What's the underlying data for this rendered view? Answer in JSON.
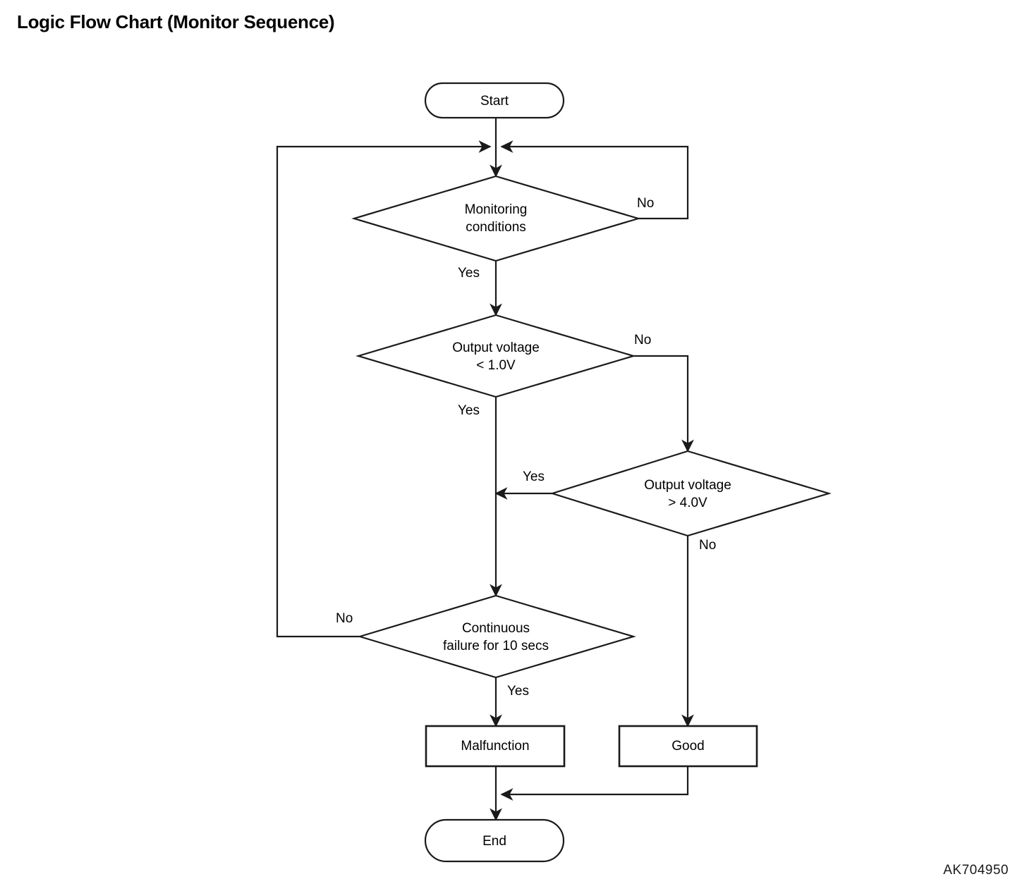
{
  "page": {
    "title": "Logic Flow Chart (Monitor Sequence)",
    "reference_code": "AK704950"
  },
  "chart_data": {
    "type": "diagram",
    "diagram_kind": "flowchart",
    "title": "Logic Flow Chart (Monitor Sequence)",
    "orientation": "top-to-bottom",
    "nodes": [
      {
        "id": "start",
        "shape": "stadium",
        "label": "Start"
      },
      {
        "id": "cond",
        "shape": "decision",
        "label": "Monitoring\nconditions"
      },
      {
        "id": "low",
        "shape": "decision",
        "label": "Output voltage\n< 1.0V"
      },
      {
        "id": "high",
        "shape": "decision",
        "label": "Output voltage\n> 4.0V"
      },
      {
        "id": "cont",
        "shape": "decision",
        "label": "Continuous\nfailure for 10 secs"
      },
      {
        "id": "malfunction",
        "shape": "process",
        "label": "Malfunction"
      },
      {
        "id": "good",
        "shape": "process",
        "label": "Good"
      },
      {
        "id": "end",
        "shape": "stadium",
        "label": "End"
      }
    ],
    "edges": [
      {
        "from": "start",
        "to": "cond",
        "label": ""
      },
      {
        "from": "cond",
        "to": "cond",
        "label": "No"
      },
      {
        "from": "cond",
        "to": "low",
        "label": "Yes"
      },
      {
        "from": "low",
        "to": "high",
        "label": "No"
      },
      {
        "from": "low",
        "to": "cont",
        "label": "Yes"
      },
      {
        "from": "high",
        "to": "cont",
        "label": "Yes"
      },
      {
        "from": "high",
        "to": "good",
        "label": "No"
      },
      {
        "from": "cont",
        "to": "cond",
        "label": "No"
      },
      {
        "from": "cont",
        "to": "malfunction",
        "label": "Yes"
      },
      {
        "from": "malfunction",
        "to": "end",
        "label": ""
      },
      {
        "from": "good",
        "to": "end",
        "label": ""
      }
    ],
    "labels": {
      "start": "Start",
      "monitoring_conditions": "Monitoring\nconditions",
      "monitoring_conditions_l1": "Monitoring",
      "monitoring_conditions_l2": "conditions",
      "output_voltage_low": "Output voltage\n< 1.0V",
      "output_voltage_low_l1": "Output voltage",
      "output_voltage_low_l2": "< 1.0V",
      "output_voltage_high": "Output voltage\n> 4.0V",
      "output_voltage_high_l1": "Output voltage",
      "output_voltage_high_l2": "> 4.0V",
      "continuous_failure": "Continuous\nfailure for 10 secs",
      "continuous_failure_l1": "Continuous",
      "continuous_failure_l2": "failure for 10 secs",
      "malfunction": "Malfunction",
      "good": "Good",
      "end": "End"
    },
    "branch_labels": {
      "cond_no": "No",
      "cond_yes": "Yes",
      "low_no": "No",
      "low_yes": "Yes",
      "high_yes": "Yes",
      "high_no": "No",
      "cont_no": "No",
      "cont_yes": "Yes"
    },
    "colors": {
      "stroke": "#1a1a1a",
      "fill": "#ffffff",
      "background": "#ffffff",
      "text": "#000000"
    }
  }
}
